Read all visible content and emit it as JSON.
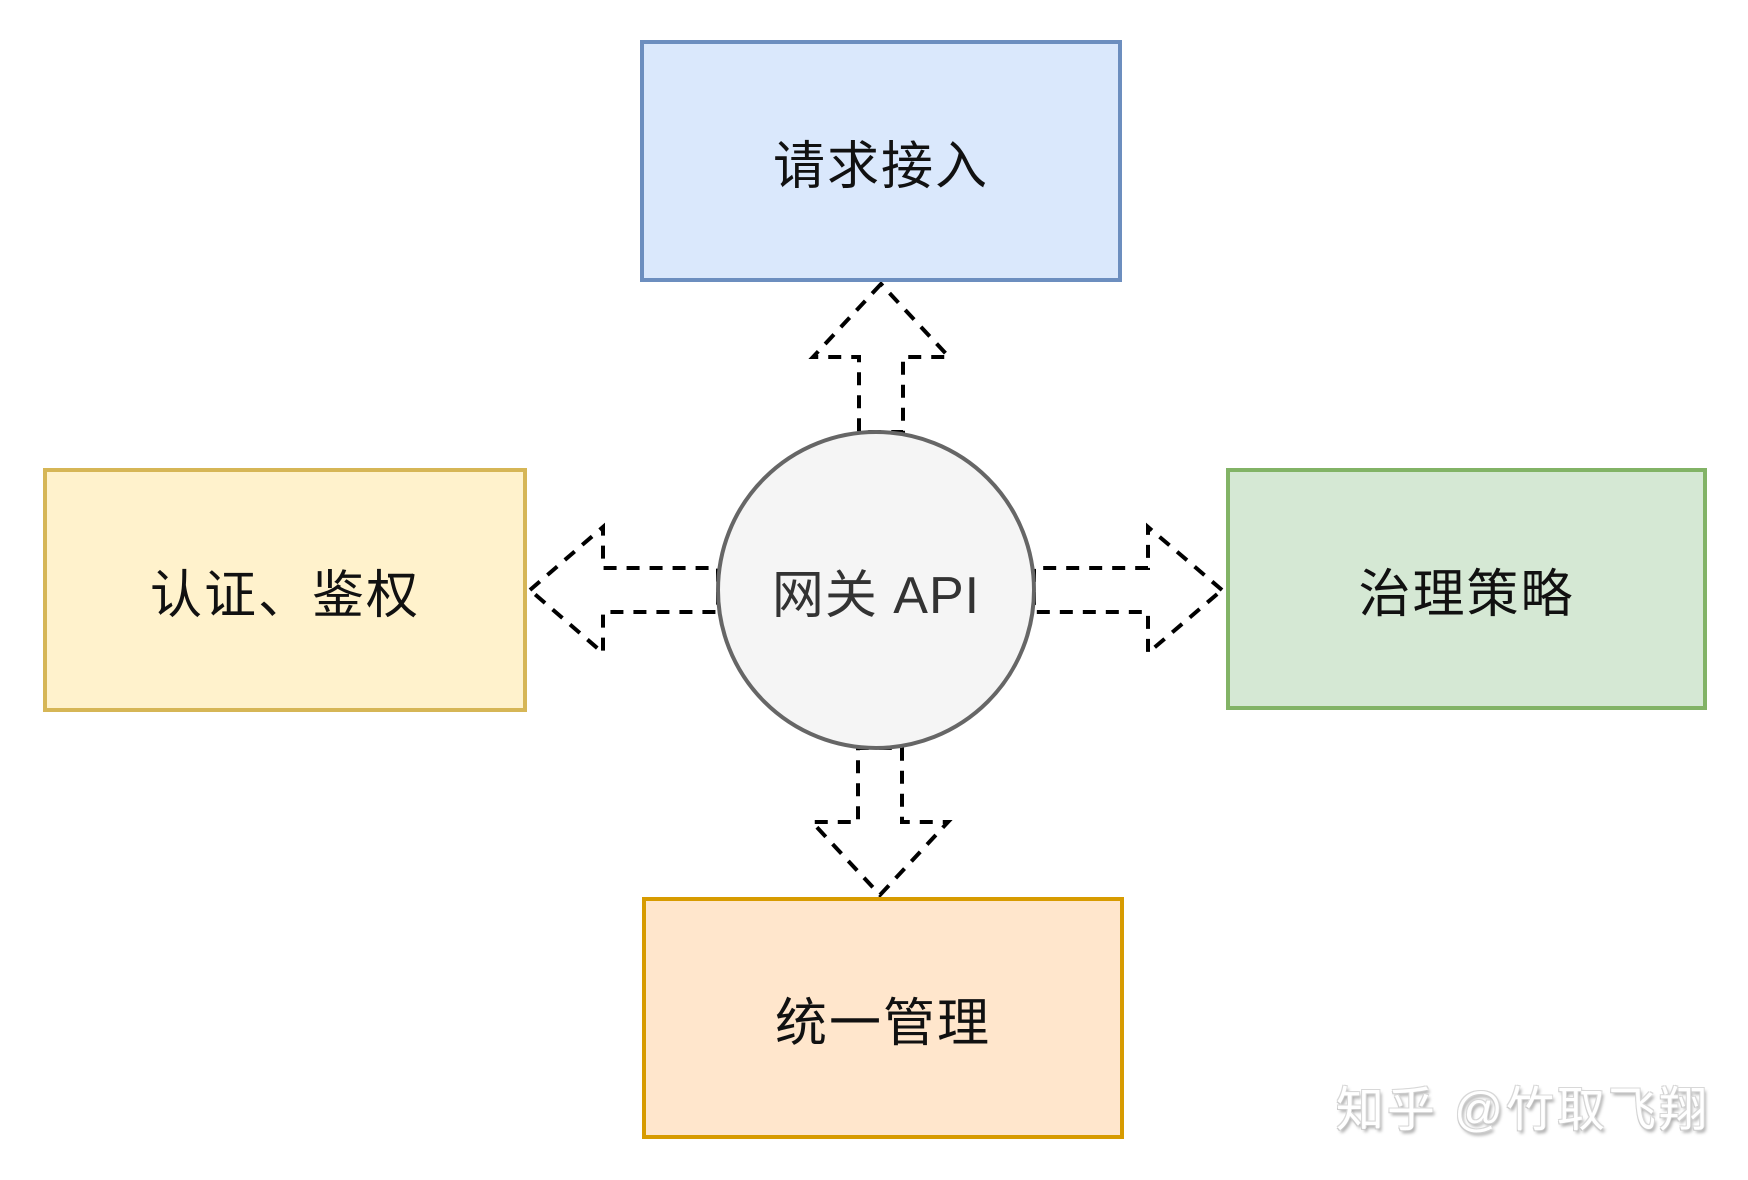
{
  "diagram": {
    "center_node": {
      "label": "网关 API",
      "fill": "#f5f5f5",
      "border": "#666666"
    },
    "nodes": {
      "top": {
        "label": "请求接入",
        "fill": "#dae8fc",
        "border": "#6c8ebf"
      },
      "left": {
        "label": "认证、鉴权",
        "fill": "#fff2cc",
        "border": "#d6b656"
      },
      "right": {
        "label": "治理策略",
        "fill": "#d5e8d4",
        "border": "#82b366"
      },
      "bottom": {
        "label": "统一管理",
        "fill": "#ffe6cc",
        "border": "#d79b00"
      }
    },
    "arrows": {
      "style": "dashed-hollow-block",
      "color": "#000000",
      "directions": [
        "up",
        "left",
        "right",
        "down"
      ]
    },
    "watermark": {
      "text": "知乎 @竹取飞翔",
      "color": "#ffffff"
    }
  }
}
